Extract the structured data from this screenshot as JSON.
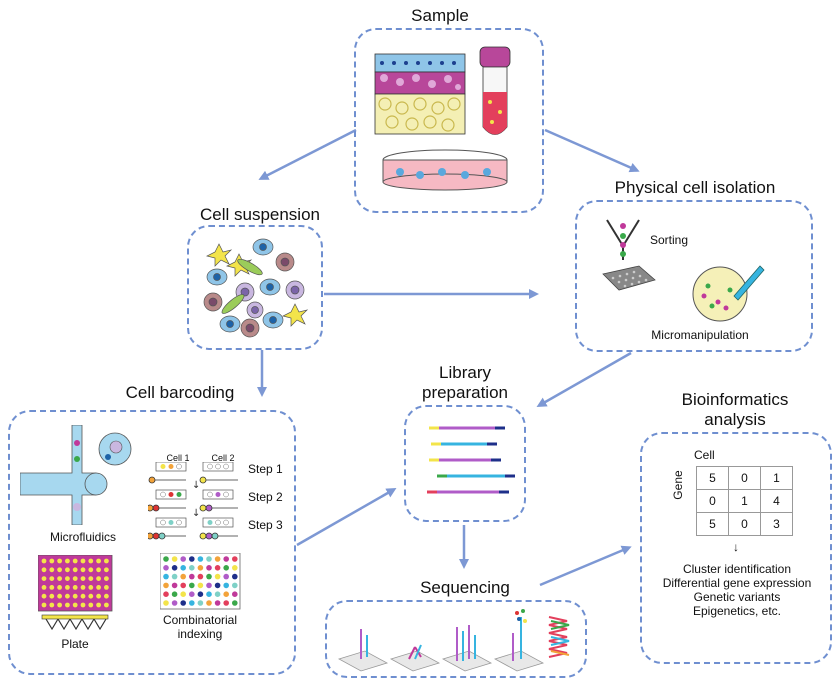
{
  "sample": {
    "title": "Sample"
  },
  "cell_suspension": {
    "title": "Cell suspension"
  },
  "physical_isolation": {
    "title": "Physical cell isolation",
    "sorting": "Sorting",
    "micromanipulation": "Micromanipulation"
  },
  "cell_barcoding": {
    "title": "Cell barcoding",
    "microfluidics": "Microfluidics",
    "plate": "Plate",
    "combinatorial": "Combinatorial\nindexing",
    "cell1": "Cell 1",
    "cell2": "Cell 2",
    "step1": "Step 1",
    "step2": "Step 2",
    "step3": "Step 3"
  },
  "library": {
    "title": "Library\npreparation"
  },
  "sequencing": {
    "title": "Sequencing"
  },
  "bioinformatics": {
    "title": "Bioinformatics\nanalysis",
    "cell_header": "Cell",
    "gene_header": "Gene",
    "matrix": [
      [
        "5",
        "0",
        "1"
      ],
      [
        "0",
        "1",
        "4"
      ],
      [
        "5",
        "0",
        "3"
      ]
    ],
    "arrow": "↓",
    "outputs": [
      "Cluster identification",
      "Differential gene expression",
      "Genetic variants",
      "Epigenetics, etc."
    ]
  },
  "colors": {
    "box_border": "#6f8fd0",
    "arrow": "#7d98d4",
    "accent_magenta": "#c0399a",
    "accent_cyan": "#36b4e0"
  }
}
